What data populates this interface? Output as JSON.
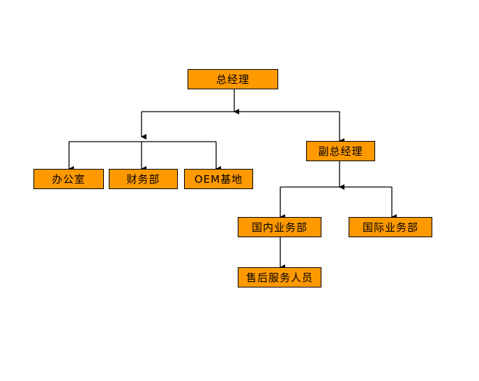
{
  "org_chart": {
    "general_manager": "总经理",
    "office": "办公室",
    "finance": "财务部",
    "oem_base": "OEM基地",
    "deputy_general_manager": "副总经理",
    "domestic_business": "国内业务部",
    "international_business": "国际业务部",
    "after_sales": "售后服务人员"
  },
  "colors": {
    "node_fill": "#ff9900",
    "line": "#000000"
  }
}
